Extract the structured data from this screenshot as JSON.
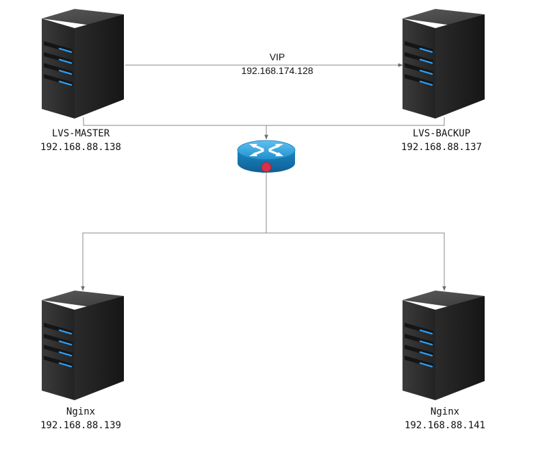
{
  "vip": {
    "name": "VIP",
    "address": "192.168.174.128"
  },
  "nodes": {
    "lvs_master": {
      "name": "LVS-MASTER",
      "ip": "192.168.88.138",
      "icon": "server-icon"
    },
    "lvs_backup": {
      "name": "LVS-BACKUP",
      "ip": "192.168.88.137",
      "icon": "server-icon"
    },
    "router": {
      "icon": "router-icon"
    },
    "nginx_1": {
      "name": "Nginx",
      "ip": "192.168.88.139",
      "icon": "server-icon"
    },
    "nginx_2": {
      "name": "Nginx",
      "ip": "192.168.88.141",
      "icon": "server-icon"
    }
  },
  "colors": {
    "edge": "#8a8a8a",
    "server_led": "#2f9cf2",
    "router_body": "#1d8fd0",
    "router_dot": "#d8324a"
  }
}
